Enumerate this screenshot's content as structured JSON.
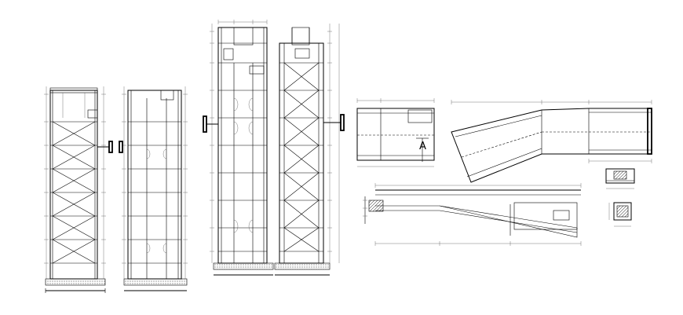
{
  "drawing": {
    "section_tag": "A",
    "views": [
      {
        "id": "tower-1-elevation"
      },
      {
        "id": "tower-2-elevation"
      },
      {
        "id": "tower-3-elevation"
      },
      {
        "id": "tower-4-elevation"
      },
      {
        "id": "bridge-plan-short"
      },
      {
        "id": "bridge-plan-angled"
      },
      {
        "id": "bridge-section-ramp"
      },
      {
        "id": "detail-1"
      },
      {
        "id": "detail-2"
      }
    ]
  }
}
